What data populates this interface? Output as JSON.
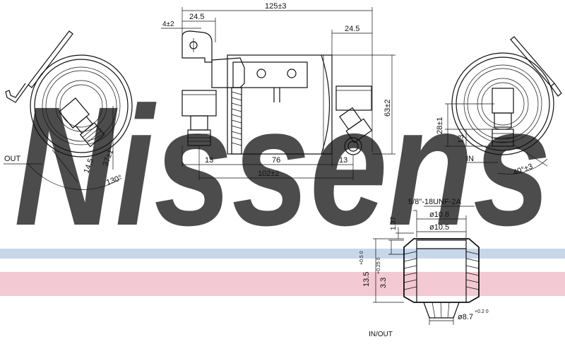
{
  "watermark": {
    "text": "Nissens",
    "color": "#b9cde3"
  },
  "stripes": {
    "blue": "#c7d7ea",
    "red": "#f3c9d3"
  },
  "dimensions": {
    "overall_length": "125±3",
    "bracket_offset": "24.5",
    "right_offset": "24.5",
    "bolt_width": "4±2",
    "height": "63±2",
    "left_port": "13",
    "body_length": "76",
    "right_port": "13",
    "body_total": "102±2",
    "left_14": "14.5",
    "left_37": "37±1",
    "left_angle": "130°",
    "right_28": "28±1",
    "right_13": "13",
    "right_angle": "40°±3"
  },
  "labels": {
    "out": "OUT",
    "in": "IN",
    "in_out": "IN/OUT"
  },
  "fitting": {
    "thread": "5/8\"-18UNF-2A",
    "dia_108": "ø10.8",
    "dia_105": "ø10.5",
    "dim_137": "1.37",
    "dim_135": "13.5",
    "dim_135_tol": "+0.5 0",
    "dim_33": "3.3",
    "dim_33_tol": "+0.25 0",
    "dia_87": "ø8.7",
    "dia_87_tol": "+0.2 0"
  }
}
